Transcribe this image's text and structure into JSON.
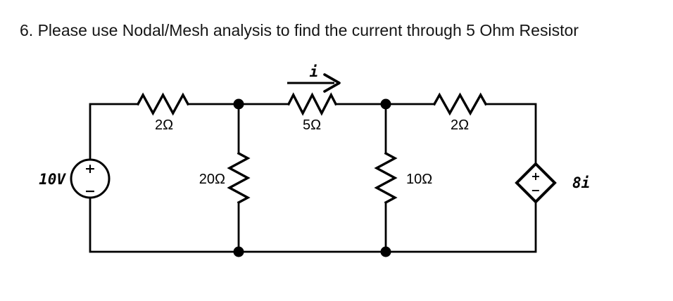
{
  "title": "6. Please use Nodal/Mesh analysis to find the current through 5 Ohm Resistor",
  "circuit": {
    "voltage_source": {
      "value": "10V",
      "plus": "+",
      "minus": "−"
    },
    "dependent_source": {
      "value": "8i",
      "plus": "+",
      "minus": "−"
    },
    "current_arrow": {
      "label": "i"
    },
    "resistors": [
      {
        "id": "R1",
        "value": "2Ω"
      },
      {
        "id": "R2",
        "value": "20Ω"
      },
      {
        "id": "R3",
        "value": "5Ω"
      },
      {
        "id": "R4",
        "value": "10Ω"
      },
      {
        "id": "R5",
        "value": "2Ω"
      }
    ]
  },
  "colors": {
    "ink": "#000000",
    "background": "#ffffff"
  }
}
